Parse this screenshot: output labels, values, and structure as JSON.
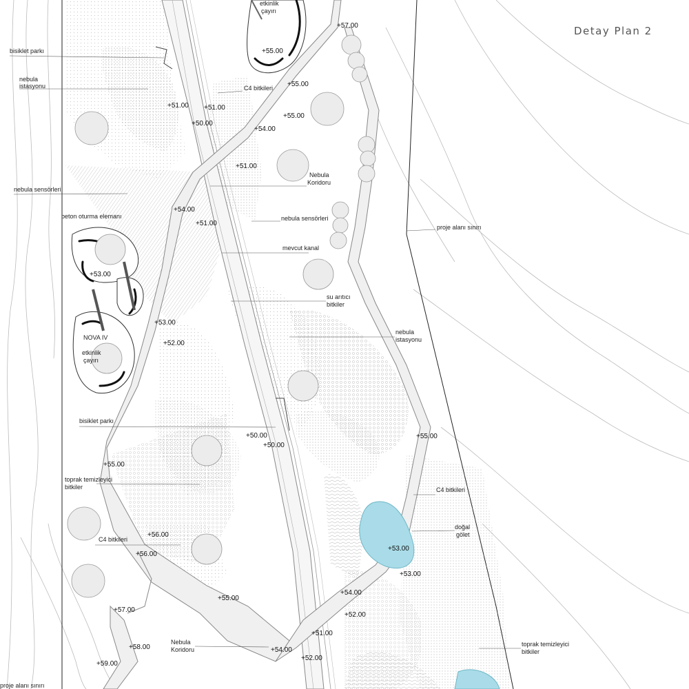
{
  "title": "Detay Plan 2",
  "labels": [
    {
      "id": "bisiklet-parki-1",
      "lines": [
        "bisiklet parkı"
      ]
    },
    {
      "id": "nebula-istasyonu-1",
      "lines": [
        "nebula",
        "istasyonu"
      ]
    },
    {
      "id": "c4-bitkileri-1",
      "lines": [
        "C4 bitkileri"
      ]
    },
    {
      "id": "nebula-sensorleri-1",
      "lines": [
        "nebula sensörleri"
      ]
    },
    {
      "id": "nebula-koridoru-1",
      "lines": [
        "Nebula",
        "Koridoru"
      ]
    },
    {
      "id": "nebula-sensorleri-2",
      "lines": [
        "nebula sensörleri"
      ]
    },
    {
      "id": "beton-oturma",
      "lines": [
        "beton oturma elemanı"
      ]
    },
    {
      "id": "mevcut-kanal",
      "lines": [
        "mevcut kanal"
      ]
    },
    {
      "id": "proje-alani-1",
      "lines": [
        "proje alanı sınırı"
      ]
    },
    {
      "id": "su-aritici",
      "lines": [
        "su arıtıcı",
        "bitkiler"
      ]
    },
    {
      "id": "nebula-istasyonu-2",
      "lines": [
        "nebula",
        "istasyonu"
      ]
    },
    {
      "id": "nova-iv",
      "lines": [
        "NOVA IV"
      ]
    },
    {
      "id": "etkinlik-cayiri-1",
      "lines": [
        "etkinlik",
        "çayırı"
      ]
    },
    {
      "id": "etkinlik-cayiri-2",
      "lines": [
        "etkinlik",
        "çayırı"
      ]
    },
    {
      "id": "bisiklet-parki-2",
      "lines": [
        "bisiklet parkı"
      ]
    },
    {
      "id": "toprak-temizleyici-1",
      "lines": [
        "toprak temizleyici",
        "bitkiler"
      ]
    },
    {
      "id": "c4-bitkileri-2",
      "lines": [
        "C4 bitkileri"
      ]
    },
    {
      "id": "dogal-golet",
      "lines": [
        "doğal",
        "gölet"
      ]
    },
    {
      "id": "c4-bitkileri-3",
      "lines": [
        "C4 bitkileri"
      ]
    },
    {
      "id": "nebula-koridoru-2",
      "lines": [
        "Nebula",
        "Koridoru"
      ]
    },
    {
      "id": "toprak-temizleyici-2",
      "lines": [
        "toprak temizleyici",
        "bitkiler"
      ]
    },
    {
      "id": "proje-alani-2",
      "lines": [
        "proje alanı sınırı"
      ]
    }
  ],
  "elevations": [
    "+57.00",
    "+55.00",
    "+55.00",
    "+55.00",
    "+51.00",
    "+51.00",
    "+50.00",
    "+54.00",
    "+51.00",
    "+54.00",
    "+51.00",
    "+53.00",
    "+53.00",
    "+52.00",
    "+50.00",
    "+50.00",
    "+55.00",
    "+55.00",
    "+56.00",
    "+56.00",
    "+53.00",
    "+53.00",
    "+54.00",
    "+55.00",
    "+52.00",
    "+57.00",
    "+51.00",
    "+58.00",
    "+54.00",
    "+52.00",
    "+59.00"
  ]
}
